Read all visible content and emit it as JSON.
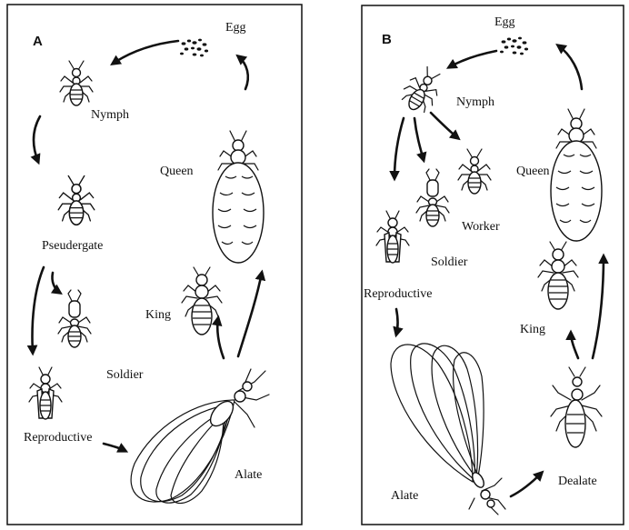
{
  "panels": [
    {
      "letter": "A",
      "labels": {
        "egg": "Egg",
        "nymph": "Nymph",
        "pseudergate": "Pseudergate",
        "soldier": "Soldier",
        "reproductive": "Reproductive",
        "alate": "Alate",
        "king": "King",
        "queen": "Queen"
      }
    },
    {
      "letter": "B",
      "labels": {
        "egg": "Egg",
        "nymph": "Nymph",
        "worker": "Worker",
        "soldier": "Soldier",
        "reproductive": "Reproductive",
        "alate": "Alate",
        "dealate": "Dealate",
        "king": "King",
        "queen": "Queen"
      }
    }
  ],
  "colors": {
    "ink": "#111111",
    "background": "#ffffff"
  }
}
